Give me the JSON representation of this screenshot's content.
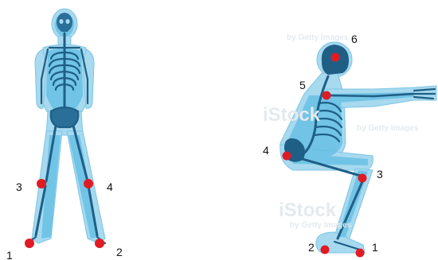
{
  "figures": {
    "front": {
      "markers": [
        {
          "id": "1",
          "label": "1",
          "joint": "left-ankle"
        },
        {
          "id": "2",
          "label": "2",
          "joint": "right-ankle"
        },
        {
          "id": "3",
          "label": "3",
          "joint": "left-knee"
        },
        {
          "id": "4",
          "label": "4",
          "joint": "right-knee"
        }
      ]
    },
    "side": {
      "markers": [
        {
          "id": "1",
          "label": "1",
          "joint": "toe"
        },
        {
          "id": "2",
          "label": "2",
          "joint": "ankle"
        },
        {
          "id": "3",
          "label": "3",
          "joint": "knee"
        },
        {
          "id": "4",
          "label": "4",
          "joint": "hip"
        },
        {
          "id": "5",
          "label": "5",
          "joint": "shoulder"
        },
        {
          "id": "6",
          "label": "6",
          "joint": "head"
        }
      ]
    }
  },
  "watermark": {
    "brand": "iStock",
    "credit": "by Getty Images"
  },
  "colors": {
    "body_light": "#9fd6ee",
    "body_mid": "#4db6df",
    "bone": "#1f5f86",
    "bone_dark": "#123f5d",
    "marker": "#e01b24"
  }
}
